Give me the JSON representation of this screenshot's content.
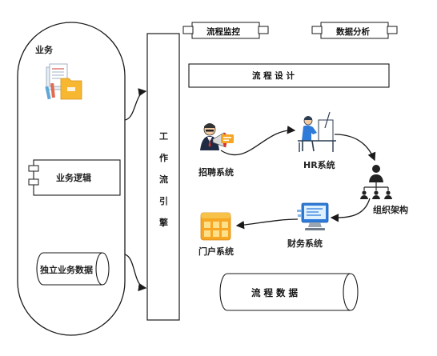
{
  "business_panel": {
    "title": "业务",
    "logic_label": "业务逻辑",
    "data_label": "独立业务数据"
  },
  "engine": {
    "chars": [
      "工",
      "作",
      "流",
      "引",
      "擎"
    ]
  },
  "top": {
    "monitor_label": "流程监控",
    "analysis_label": "数据分析",
    "design_label": "流 程 设 计"
  },
  "flow": {
    "recruit_label": "招聘系统",
    "hr_label": "HR系统",
    "org_label": "组织架构",
    "finance_label": "财务系统",
    "portal_label": "门户系统"
  },
  "process_data_label": "流 程 数 据",
  "colors": {
    "stroke": "#1a1a1a",
    "folder_orange": "#f7b731",
    "monitor_blue": "#2f7bd9",
    "person_dark": "#1f2a44",
    "red_accent": "#d9322b"
  }
}
